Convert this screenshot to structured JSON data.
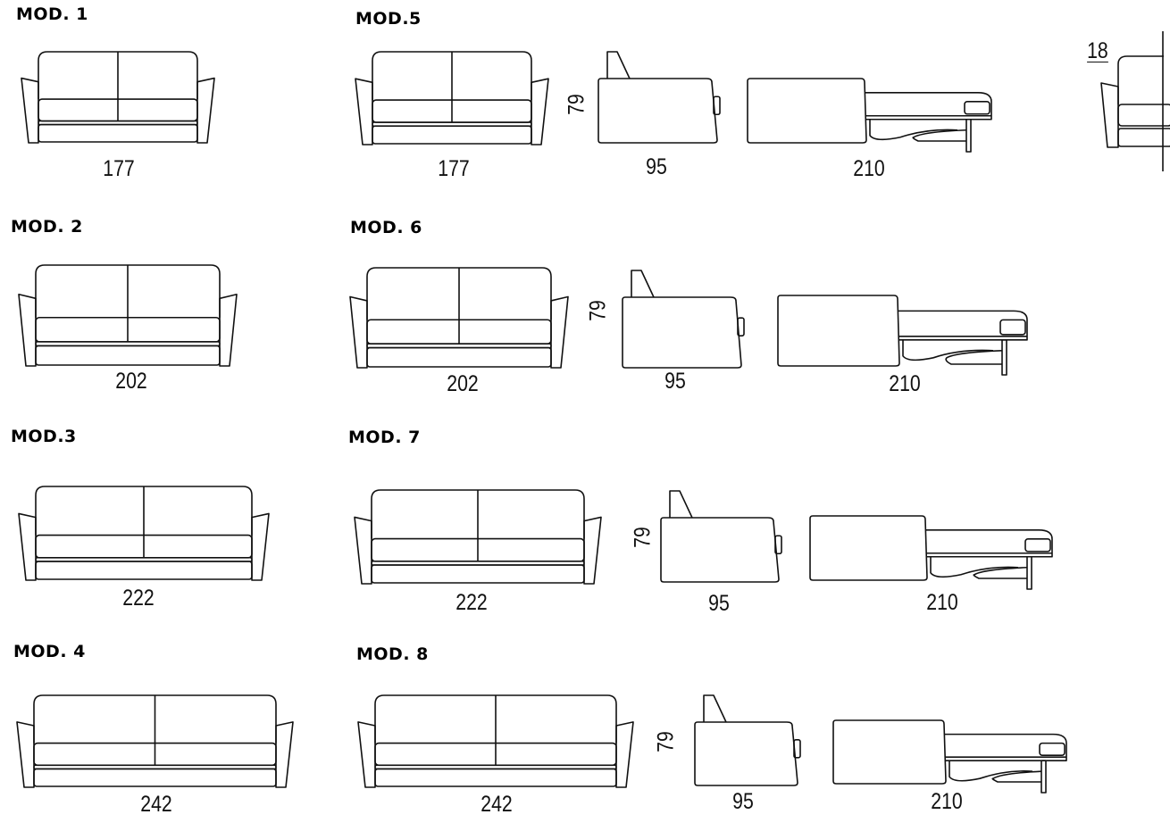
{
  "models": [
    {
      "title": "MOD. 1",
      "width_label": "177"
    },
    {
      "title": "MOD. 2",
      "width_label": "202"
    },
    {
      "title": "MOD.3",
      "width_label": "222"
    },
    {
      "title": "MOD. 4",
      "width_label": "242"
    },
    {
      "title": "MOD.5",
      "width_label": "177",
      "height_label": "79",
      "depth_label": "95",
      "bed_length_label": "210"
    },
    {
      "title": "MOD. 6",
      "width_label": "202",
      "height_label": "79",
      "depth_label": "95",
      "bed_length_label": "210"
    },
    {
      "title": "MOD. 7",
      "width_label": "222",
      "height_label": "79",
      "depth_label": "95",
      "bed_length_label": "210"
    },
    {
      "title": "MOD. 8",
      "width_label": "242",
      "height_label": "79",
      "depth_label": "95",
      "bed_length_label": "210"
    }
  ],
  "partial_view": {
    "arm_label": "18"
  }
}
